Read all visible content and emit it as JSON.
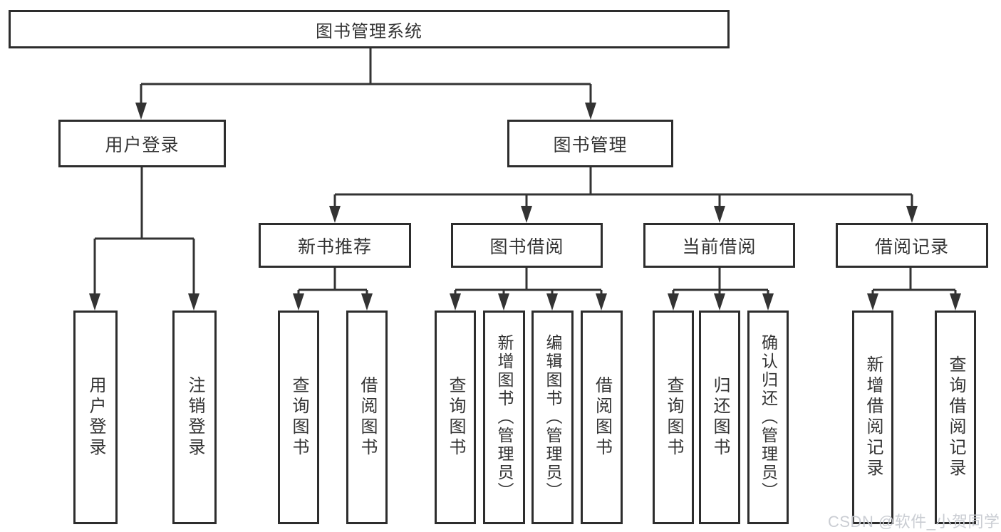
{
  "diagram": {
    "nodes": {
      "root": {
        "label": "图书管理系统"
      },
      "user_login": {
        "label": "用户登录"
      },
      "book_mgmt": {
        "label": "图书管理"
      },
      "new_book_rec": {
        "label": "新书推荐"
      },
      "book_borrow": {
        "label": "图书借阅"
      },
      "current_borrow": {
        "label": "当前借阅"
      },
      "borrow_records": {
        "label": "借阅记录"
      },
      "user_login_leaf": {
        "label": "用户登录"
      },
      "logout_leaf": {
        "label": "注销登录"
      },
      "query_book_1": {
        "label": "查询图书"
      },
      "borrow_book_1": {
        "label": "借阅图书"
      },
      "query_book_2": {
        "label": "查询图书"
      },
      "add_book": {
        "label": "新增图书（管理员）"
      },
      "edit_book": {
        "label": "编辑图书（管理员）"
      },
      "borrow_book_2": {
        "label": "借阅图书"
      },
      "query_book_3": {
        "label": "查询图书"
      },
      "return_book": {
        "label": "归还图书"
      },
      "confirm_return": {
        "label": "确认归还（管理员）"
      },
      "add_borrow_record": {
        "label": "新增借阅记录"
      },
      "query_borrow_record": {
        "label": "查询借阅记录"
      }
    },
    "hierarchy": [
      {
        "from": "图书管理系统",
        "to": [
          "用户登录",
          "图书管理"
        ]
      },
      {
        "from": "用户登录",
        "to": [
          "用户登录",
          "注销登录"
        ]
      },
      {
        "from": "图书管理",
        "to": [
          "新书推荐",
          "图书借阅",
          "当前借阅",
          "借阅记录"
        ]
      },
      {
        "from": "新书推荐",
        "to": [
          "查询图书",
          "借阅图书"
        ]
      },
      {
        "from": "图书借阅",
        "to": [
          "查询图书",
          "新增图书（管理员）",
          "编辑图书（管理员）",
          "借阅图书"
        ]
      },
      {
        "from": "当前借阅",
        "to": [
          "查询图书",
          "归还图书",
          "确认归还（管理员）"
        ]
      },
      {
        "from": "借阅记录",
        "to": [
          "新增借阅记录",
          "查询借阅记录"
        ]
      }
    ],
    "line_color": "#333333",
    "box_border_color": "#2d2d2d",
    "box_fill_color": "#ffffff"
  },
  "watermark": {
    "text": "CSDN @软件_小贺同学",
    "color": "#c8cbd1"
  }
}
